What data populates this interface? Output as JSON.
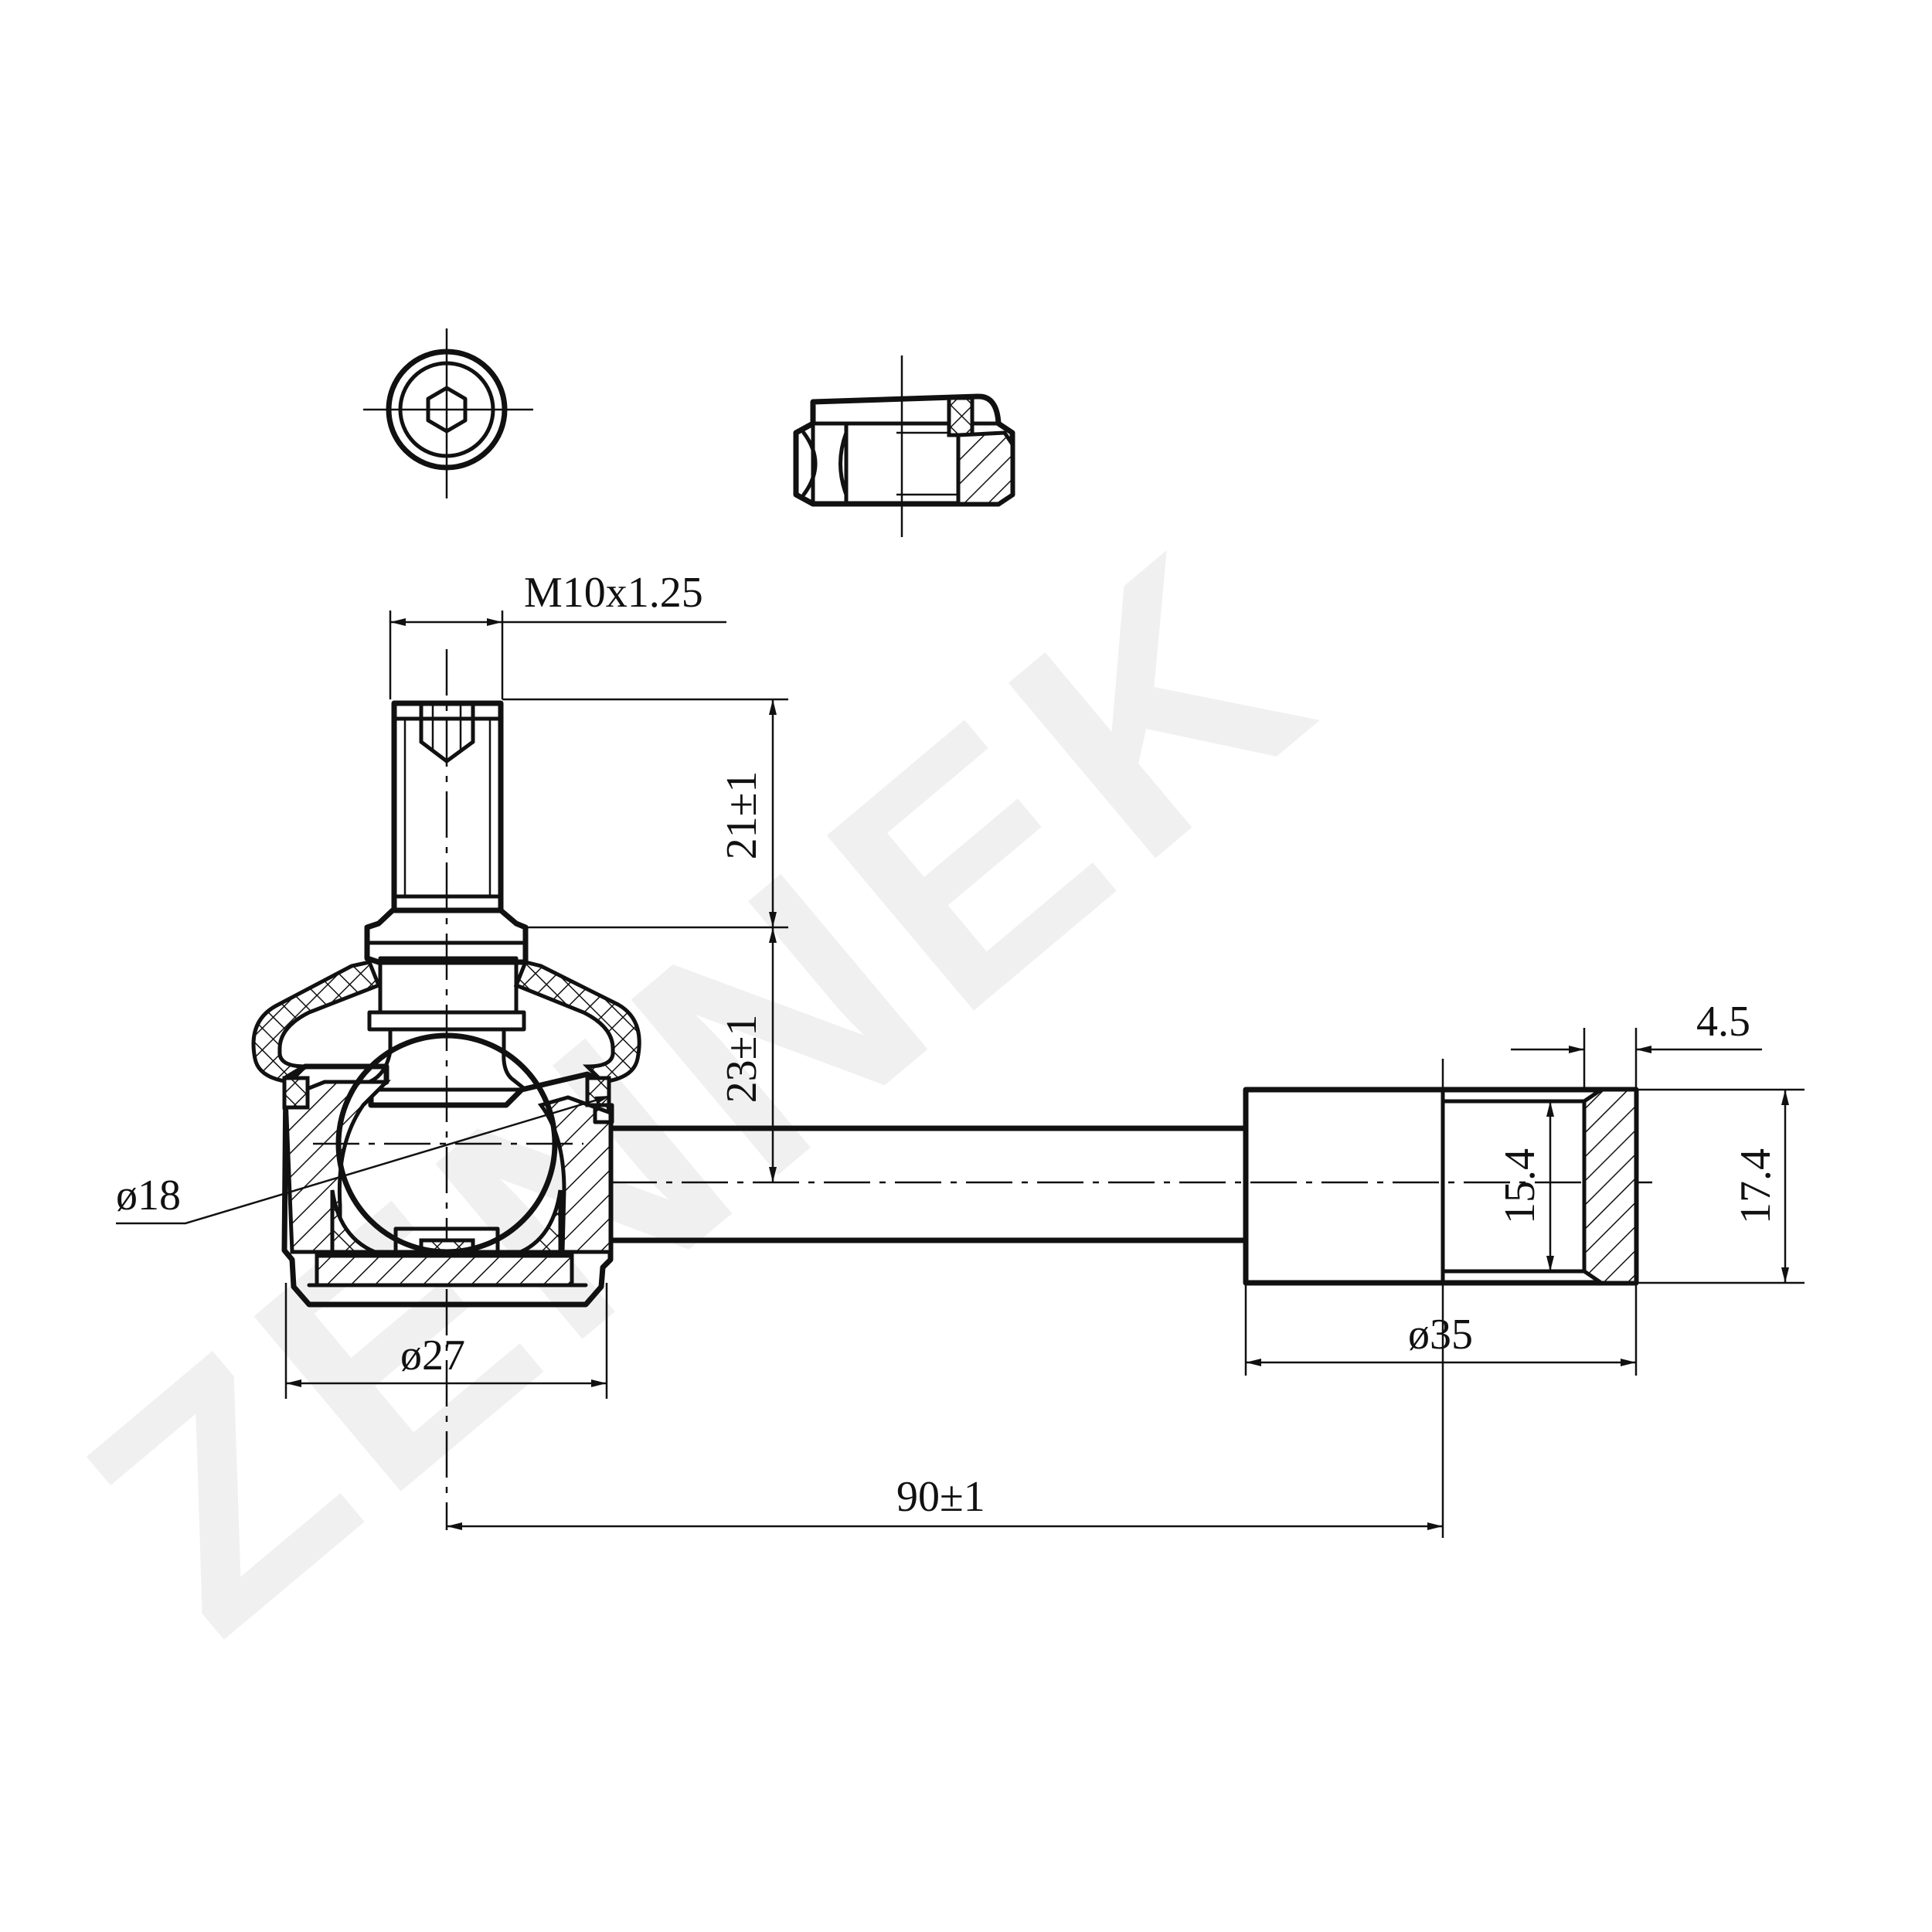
{
  "watermark": {
    "text": "ZENNEK",
    "color": "#e6e6e6"
  },
  "dimensions": {
    "thread": "M10x1.25",
    "stud_length": "21±1",
    "neck_height": "23±1",
    "ball_diameter": "ø18",
    "housing_diameter": "ø27",
    "center_distance": "90±1",
    "eye_diameter": "ø35",
    "eye_wall": "4.5",
    "bore_inner": "15.4",
    "bore_outer": "17.4"
  }
}
